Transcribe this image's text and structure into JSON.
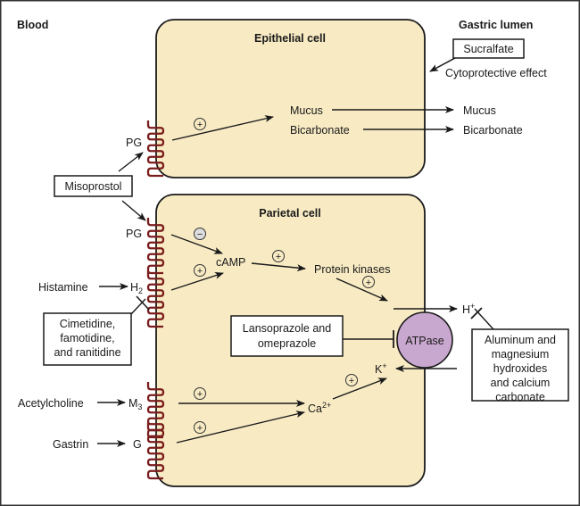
{
  "regions": {
    "blood": "Blood",
    "gastric_lumen": "Gastric lumen"
  },
  "cells": {
    "epithelial": {
      "title": "Epithelial cell"
    },
    "parietal": {
      "title": "Parietal cell"
    }
  },
  "drugs": {
    "sucralfate": "Sucralfate",
    "misoprostol": "Misoprostol",
    "h2_blockers": [
      "Cimetidine,",
      "famotidine,",
      "and ranitidine"
    ],
    "ppi": [
      "Lansoprazole and",
      "omeprazole"
    ],
    "antacids": [
      "Aluminum and",
      "magnesium",
      "hydroxides",
      "and calcium",
      "carbonate"
    ]
  },
  "labels": {
    "cytoprotective": "Cytoprotective effect",
    "mucus_in": "Mucus",
    "mucus_out": "Mucus",
    "bicarb_in": "Bicarbonate",
    "bicarb_out": "Bicarbonate",
    "pg_top": "PG",
    "pg_bottom": "PG",
    "histamine": "Histamine",
    "h2": "H",
    "h2_sub": "2",
    "acetylcholine": "Acetylcholine",
    "m3": "M",
    "m3_sub": "3",
    "gastrin": "Gastrin",
    "g": "G",
    "camp": "cAMP",
    "protein_kinases": "Protein kinases",
    "atpase": "ATPase",
    "h_plus": "H",
    "h_plus_sup": "+",
    "k_plus": "K",
    "k_plus_sup": "+",
    "ca": "Ca",
    "ca_sup": "2+"
  },
  "signs": {
    "plus": "+",
    "minus": "−"
  },
  "colors": {
    "cell_fill": "#f8ebc4",
    "receptor": "#7a1c1c",
    "atpase_fill": "#c9a8cf",
    "line": "#1a1a1a"
  }
}
